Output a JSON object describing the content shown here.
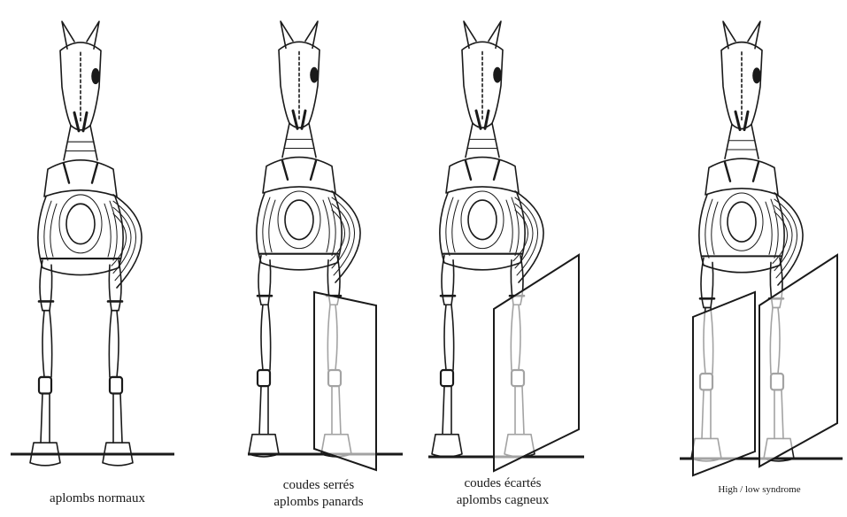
{
  "figure": {
    "captions": {
      "normal": "aplombs normaux",
      "coudes_serres_line1": "coudes serrés",
      "coudes_serres_line2": "aplombs panards",
      "coudes_ecartes_line1": "coudes écartés",
      "coudes_ecartes_line2": "aplombs cagneux",
      "high_low": "High / low syndrome"
    },
    "colors": {
      "ink": "#1a1a1a",
      "background": "#ffffff"
    }
  }
}
